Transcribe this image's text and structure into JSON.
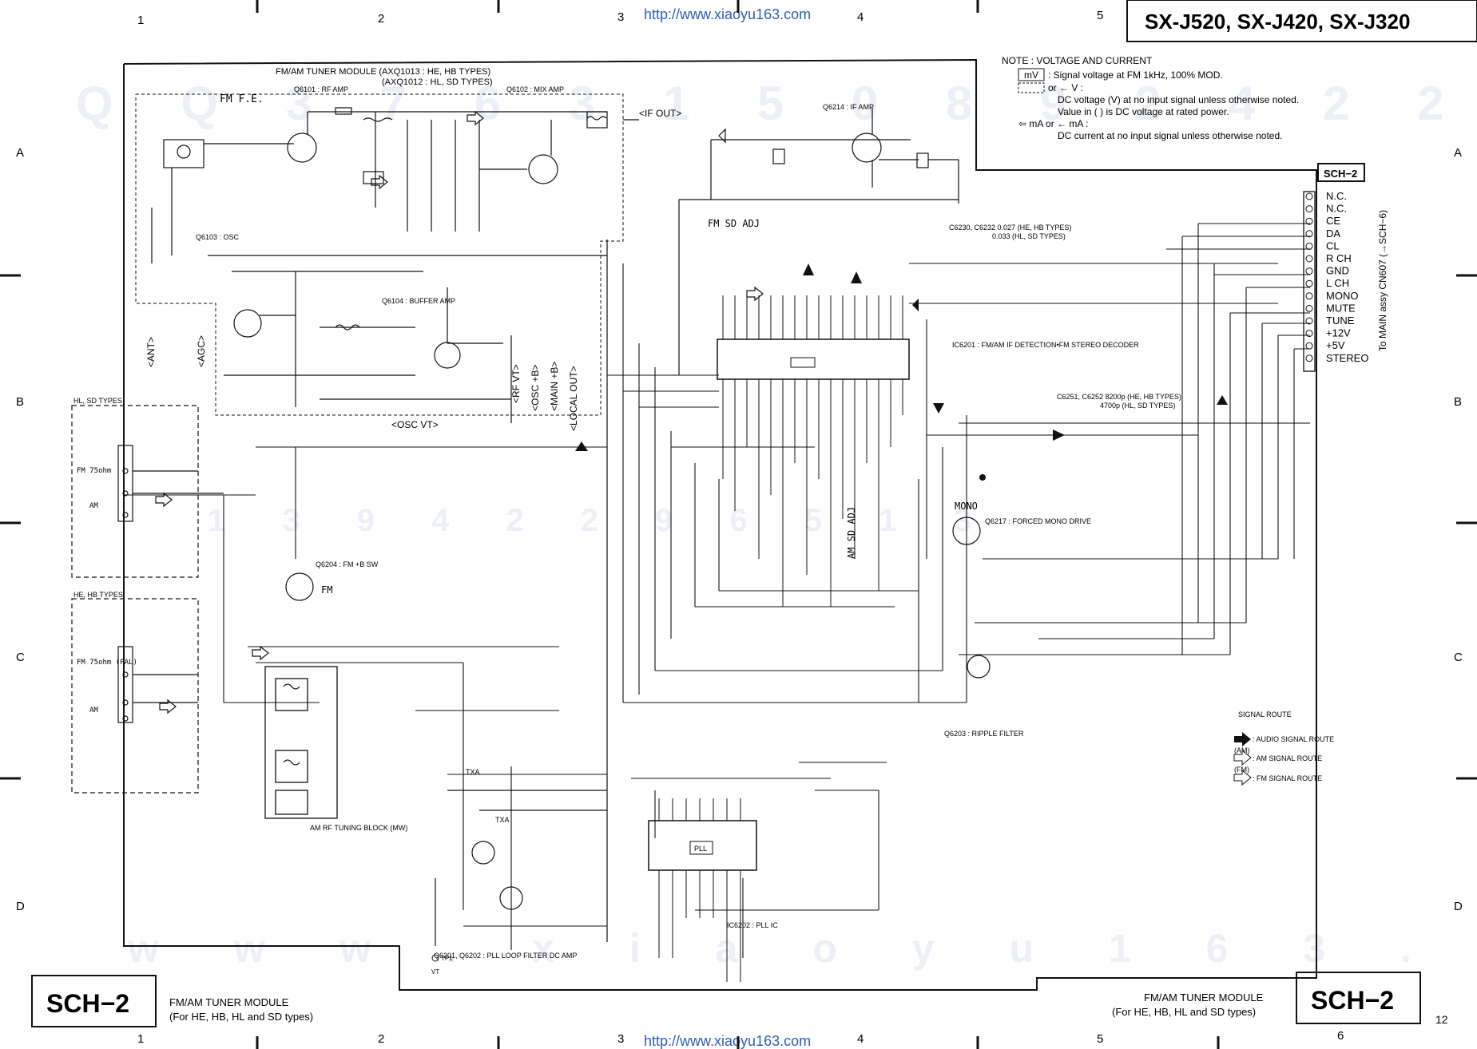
{
  "header": {
    "model_title": "SX-J520, SX-J420, SX-J320",
    "watermark_url": "http://www.xiaoyu163.com"
  },
  "grid": {
    "columns": [
      "1",
      "2",
      "3",
      "4",
      "5",
      "6"
    ],
    "rows": [
      "A",
      "B",
      "C",
      "D"
    ]
  },
  "note": {
    "title": "NOTE : VOLTAGE AND CURRENT",
    "mv_box": "mV",
    "line1": ": Signal voltage at FM 1kHz, 100% MOD.",
    "line2": "or ← V :",
    "line3": "DC voltage (V) at no input signal unless otherwise noted.",
    "line4": "Value in (     ) is DC voltage at rated power.",
    "line5": "⇦ mA  or ← mA :",
    "line6": "DC current at no input signal unless otherwise noted."
  },
  "module": {
    "title": "FM/AM TUNER MODULE (AXQ1013 : HE, HB TYPES)",
    "title2": "(AXQ1012 : HL, SD TYPES)",
    "fm_fe": "FM F.E.",
    "hl_sd": "HL, SD TYPES",
    "he_hb": "HE, HB TYPES",
    "fm75": "FM 75ohm",
    "fm75pal": "FM 75ohm (PAL)",
    "am": "AM",
    "if_out": "<IF OUT>",
    "ant": "<ANT>",
    "agc": "<AGC>",
    "osc_vt": "<OSC VT>",
    "rf_vt": "<RF VT>",
    "osc_b": "<OSC +B>",
    "main_b": "<MAIN +B>",
    "local_out": "<LOCAL OUT>"
  },
  "labels": {
    "q6101": "Q6101 : RF AMP",
    "q6102": "Q6102 : MIX AMP",
    "q6103": "Q6103 : OSC",
    "q6104": "Q6104 : BUFFER AMP",
    "q6214": "Q6214 : IF AMP",
    "q6204": "Q6204 : FM +B SW",
    "q6217": "Q6217 : FORCED MONO DRIVE",
    "q6203": "Q6203 : RIPPLE FILTER",
    "q62012": "Q6201, Q6202 : PLL LOOP FILTER DC AMP",
    "ic6201": "IC6201 : FM/AM IF DETECTION•FM STEREO DECODER",
    "ic6202": "IC6202 : PLL IC",
    "am_rf": "AM RF TUNING BLOCK (MW)",
    "fm_sd_adj": "FM SD ADJ",
    "am_sd_adj": "AM SD ADJ",
    "mono": "MONO",
    "fm": "FM",
    "pll": "PLL",
    "txa": "TXA",
    "tp1": "TP1",
    "vt": "VT",
    "c6230": "C6230, C6232  0.027 (HE, HB TYPES)",
    "c6230b": "0.033 (HL, SD TYPES)",
    "c6251": "C6251, C6252  8200p (HE, HB TYPES)",
    "c6251b": "4700p (HL, SD TYPES)"
  },
  "connector": {
    "title": "SCH−2",
    "side_label": "To MAIN assy CN607 (→SCH−6)",
    "pins": [
      "N.C.",
      "N.C.",
      "CE",
      "DA",
      "CL",
      "R CH",
      "GND",
      "L CH",
      "MONO",
      "MUTE",
      "TUNE",
      "+12V",
      "+5V",
      "STEREO"
    ]
  },
  "legend": {
    "title": "SIGNAL ROUTE",
    "audio": ": AUDIO SIGNAL ROUTE",
    "am_tag": "(AM)",
    "am": ": AM SIGNAL ROUTE",
    "fm_tag": "(FM)",
    "fm": ": FM SIGNAL ROUTE"
  },
  "footer": {
    "sch_left": "SCH−2",
    "sch_right": "SCH−2",
    "desc_left_1": "FM/AM TUNER MODULE",
    "desc_left_2": "(For HE, HB, HL and SD types)",
    "desc_right_1": "FM/AM TUNER MODULE",
    "desc_right_2": "(For HE, HB, HL and SD types)",
    "page": "12"
  }
}
